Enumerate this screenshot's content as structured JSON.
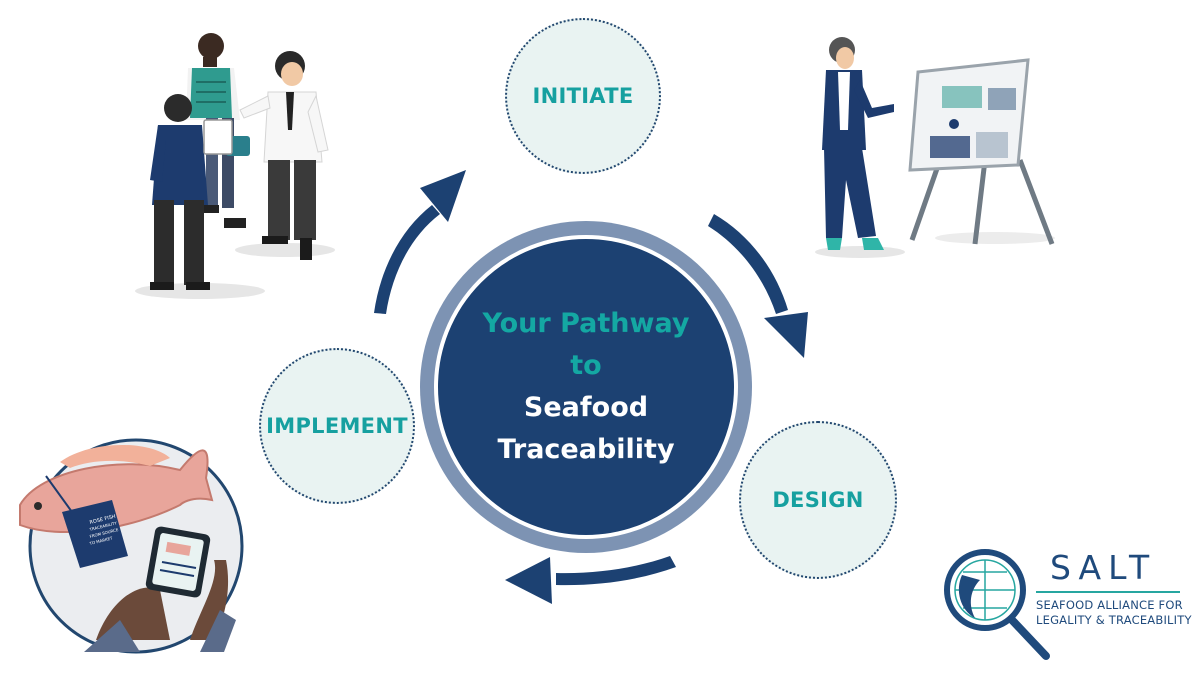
{
  "center": {
    "line1": "Your Pathway",
    "line2": "to",
    "line3": "Seafood",
    "line4": "Traceability"
  },
  "stages": {
    "initiate": "INITIATE",
    "design": "DESIGN",
    "implement": "IMPLEMENT"
  },
  "tag_text": {
    "line1": "ROSE FISH",
    "line2": "TRACEABILITY",
    "line3": "FROM SOURCE",
    "line4": "TO MARKET"
  },
  "logo": {
    "name": "SALT",
    "subtitle_line1": "SEAFOOD ALLIANCE FOR",
    "subtitle_line2": "LEGALITY & TRACEABILITY"
  },
  "colors": {
    "navy": "#1c4172",
    "ring": "#7d93b3",
    "teal": "#14a8a3",
    "stage_fill": "#e9f3f2",
    "arrow": "#1c4172"
  }
}
